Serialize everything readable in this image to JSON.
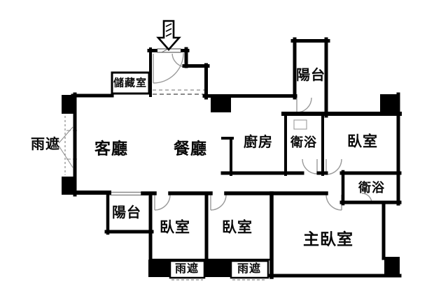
{
  "floorplan": {
    "title": "apartment-floor-plan",
    "colors": {
      "background": "#ffffff",
      "wall": "#000000",
      "door_arc": "#9a9a9a",
      "dashed": "#8a8a8a"
    },
    "icons": {
      "entrance_arrow": "down-arrow"
    },
    "rooms": {
      "rain_shield_left": "雨遮",
      "living_room": "客廳",
      "dining_room": "餐廳",
      "storage": "儲藏室",
      "balcony_top": "陽台",
      "kitchen": "廚房",
      "bathroom_top": "衛浴",
      "bedroom_top_right": "臥室",
      "bathroom_right": "衛浴",
      "balcony_bottom": "陽台",
      "bedroom_bottom_1": "臥室",
      "bedroom_bottom_2": "臥室",
      "master_bedroom": "主臥室",
      "rain_shield_bottom_1": "雨遮",
      "rain_shield_bottom_2": "雨遮"
    }
  }
}
